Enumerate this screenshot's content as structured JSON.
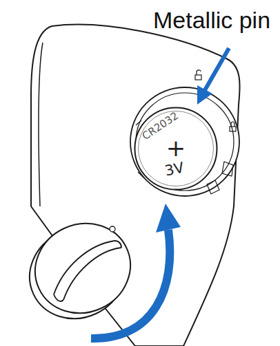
{
  "diagram": {
    "nodes": [
      {
        "text": [
          "CR2032",
          "+",
          "3V"
        ]
      }
    ],
    "labels": [
      "Metallic pin"
    ]
  }
}
